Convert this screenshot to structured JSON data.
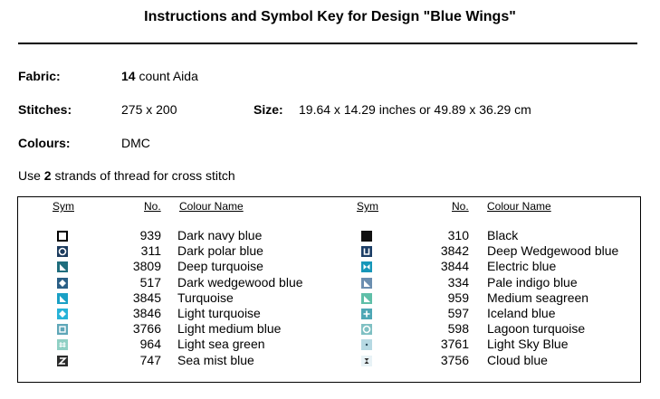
{
  "title": "Instructions and Symbol Key for Design \"Blue Wings\"",
  "fabric": {
    "label": "Fabric:",
    "count": "14",
    "rest": "count Aida"
  },
  "stitches": {
    "label": "Stitches:",
    "value": "275 x 200"
  },
  "size": {
    "label": "Size:",
    "value": "19.64 x 14.29 inches or 49.89 x 36.29 cm"
  },
  "colours": {
    "label": "Colours:",
    "value": "DMC"
  },
  "strands": {
    "pre": "Use ",
    "count": "2",
    "post": " strands of thread for cross stitch"
  },
  "headers": {
    "sym": "Sym",
    "no": "No.",
    "name": "Colour Name"
  },
  "left": [
    {
      "icon": "hollow-square-icon",
      "no": "939",
      "name": "Dark navy blue",
      "color": "#1a2a4a"
    },
    {
      "icon": "circle-icon",
      "no": "311",
      "name": "Dark polar blue",
      "color": "#1d3c5e"
    },
    {
      "icon": "triangle-icon",
      "no": "3809",
      "name": "Deep turquoise",
      "color": "#1f6d7d"
    },
    {
      "icon": "diamond-icon",
      "no": "517",
      "name": "Dark wedgewood blue",
      "color": "#2a5f86"
    },
    {
      "icon": "triangle-icon",
      "no": "3845",
      "name": "Turquoise",
      "color": "#1aa0c5"
    },
    {
      "icon": "diamond-icon",
      "no": "3846",
      "name": "Light turquoise",
      "color": "#27b3d8"
    },
    {
      "icon": "square-icon",
      "no": "3766",
      "name": "Light medium blue",
      "color": "#5fa7b8"
    },
    {
      "icon": "hash-icon",
      "no": "964",
      "name": "Light sea green",
      "color": "#8fd0c4"
    },
    {
      "icon": "z-icon",
      "no": "747",
      "name": "Sea mist blue",
      "color": "#2c2c2c"
    }
  ],
  "right": [
    {
      "icon": "solid-square-icon",
      "no": "310",
      "name": "Black",
      "color": "#111111"
    },
    {
      "icon": "u-icon",
      "no": "3842",
      "name": "Deep Wedgewood blue",
      "color": "#1c3e66"
    },
    {
      "icon": "bowtie-icon",
      "no": "3844",
      "name": "Electric blue",
      "color": "#1797b9"
    },
    {
      "icon": "triangle-icon",
      "no": "334",
      "name": "Pale indigo blue",
      "color": "#6b8eb0"
    },
    {
      "icon": "triangle-icon",
      "no": "959",
      "name": "Medium seagreen",
      "color": "#5fbfa8"
    },
    {
      "icon": "plus-icon",
      "no": "597",
      "name": "Iceland blue",
      "color": "#4ea7b5"
    },
    {
      "icon": "circle-icon",
      "no": "598",
      "name": "Lagoon turquoise",
      "color": "#7fc0c3"
    },
    {
      "icon": "dot-icon",
      "no": "3761",
      "name": "Light Sky Blue",
      "color": "#b6d9e3"
    },
    {
      "icon": "hourglass-icon",
      "no": "3756",
      "name": "Cloud blue",
      "color": "#e8f2f6"
    }
  ]
}
